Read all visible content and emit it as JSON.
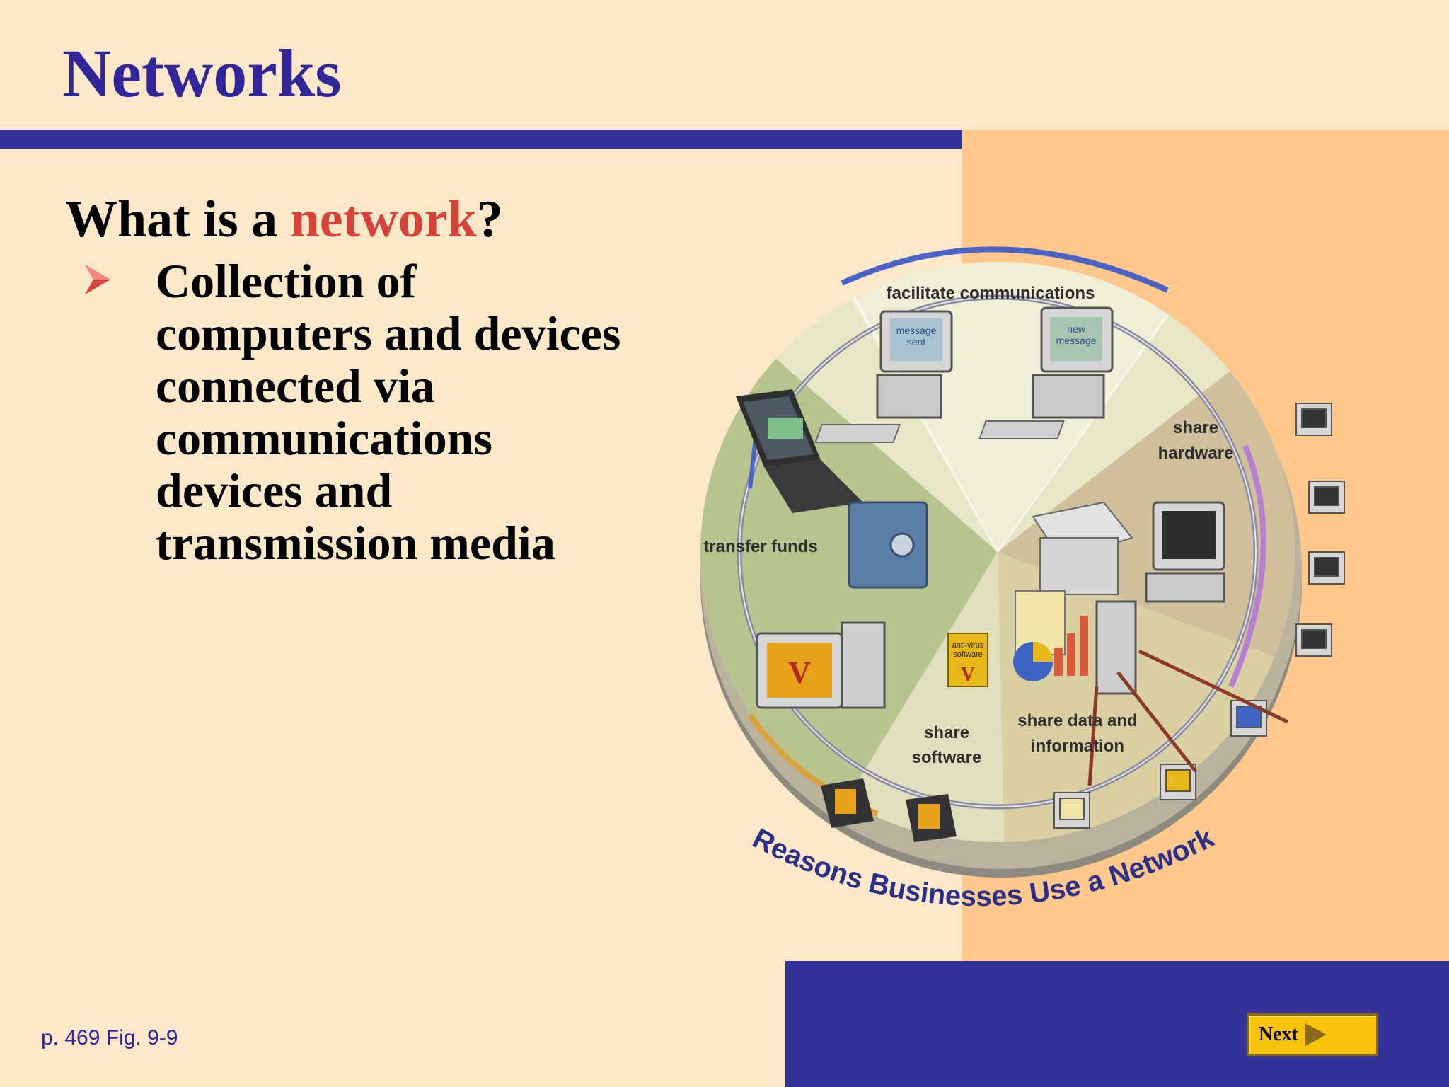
{
  "slide": {
    "title": "Networks",
    "question_prefix": "What is a ",
    "question_highlight": "network",
    "question_suffix": "?",
    "bullet": "Collection of computers and devices connected via communications devices and transmission media",
    "footer_ref": "p. 469 Fig. 9-9",
    "next_label": "Next"
  },
  "diagram": {
    "labels": {
      "facilitate": "facilitate communications",
      "share_hw_1": "share",
      "share_hw_2": "hardware",
      "transfer": "transfer funds",
      "share_sw_1": "share",
      "share_sw_2": "software",
      "share_data_1": "share data and",
      "share_data_2": "information",
      "msg_sent_1": "message",
      "msg_sent_2": "sent",
      "msg_new_1": "new",
      "msg_new_2": "message",
      "antivirus_1": "anti-virus",
      "antivirus_2": "software",
      "caption": "Reasons Businesses Use a Network"
    }
  },
  "colors": {
    "title": "#31259a",
    "highlight": "#d7423a",
    "rule": "#333399",
    "panel": "#fec88c",
    "background": "#fae8c8"
  }
}
